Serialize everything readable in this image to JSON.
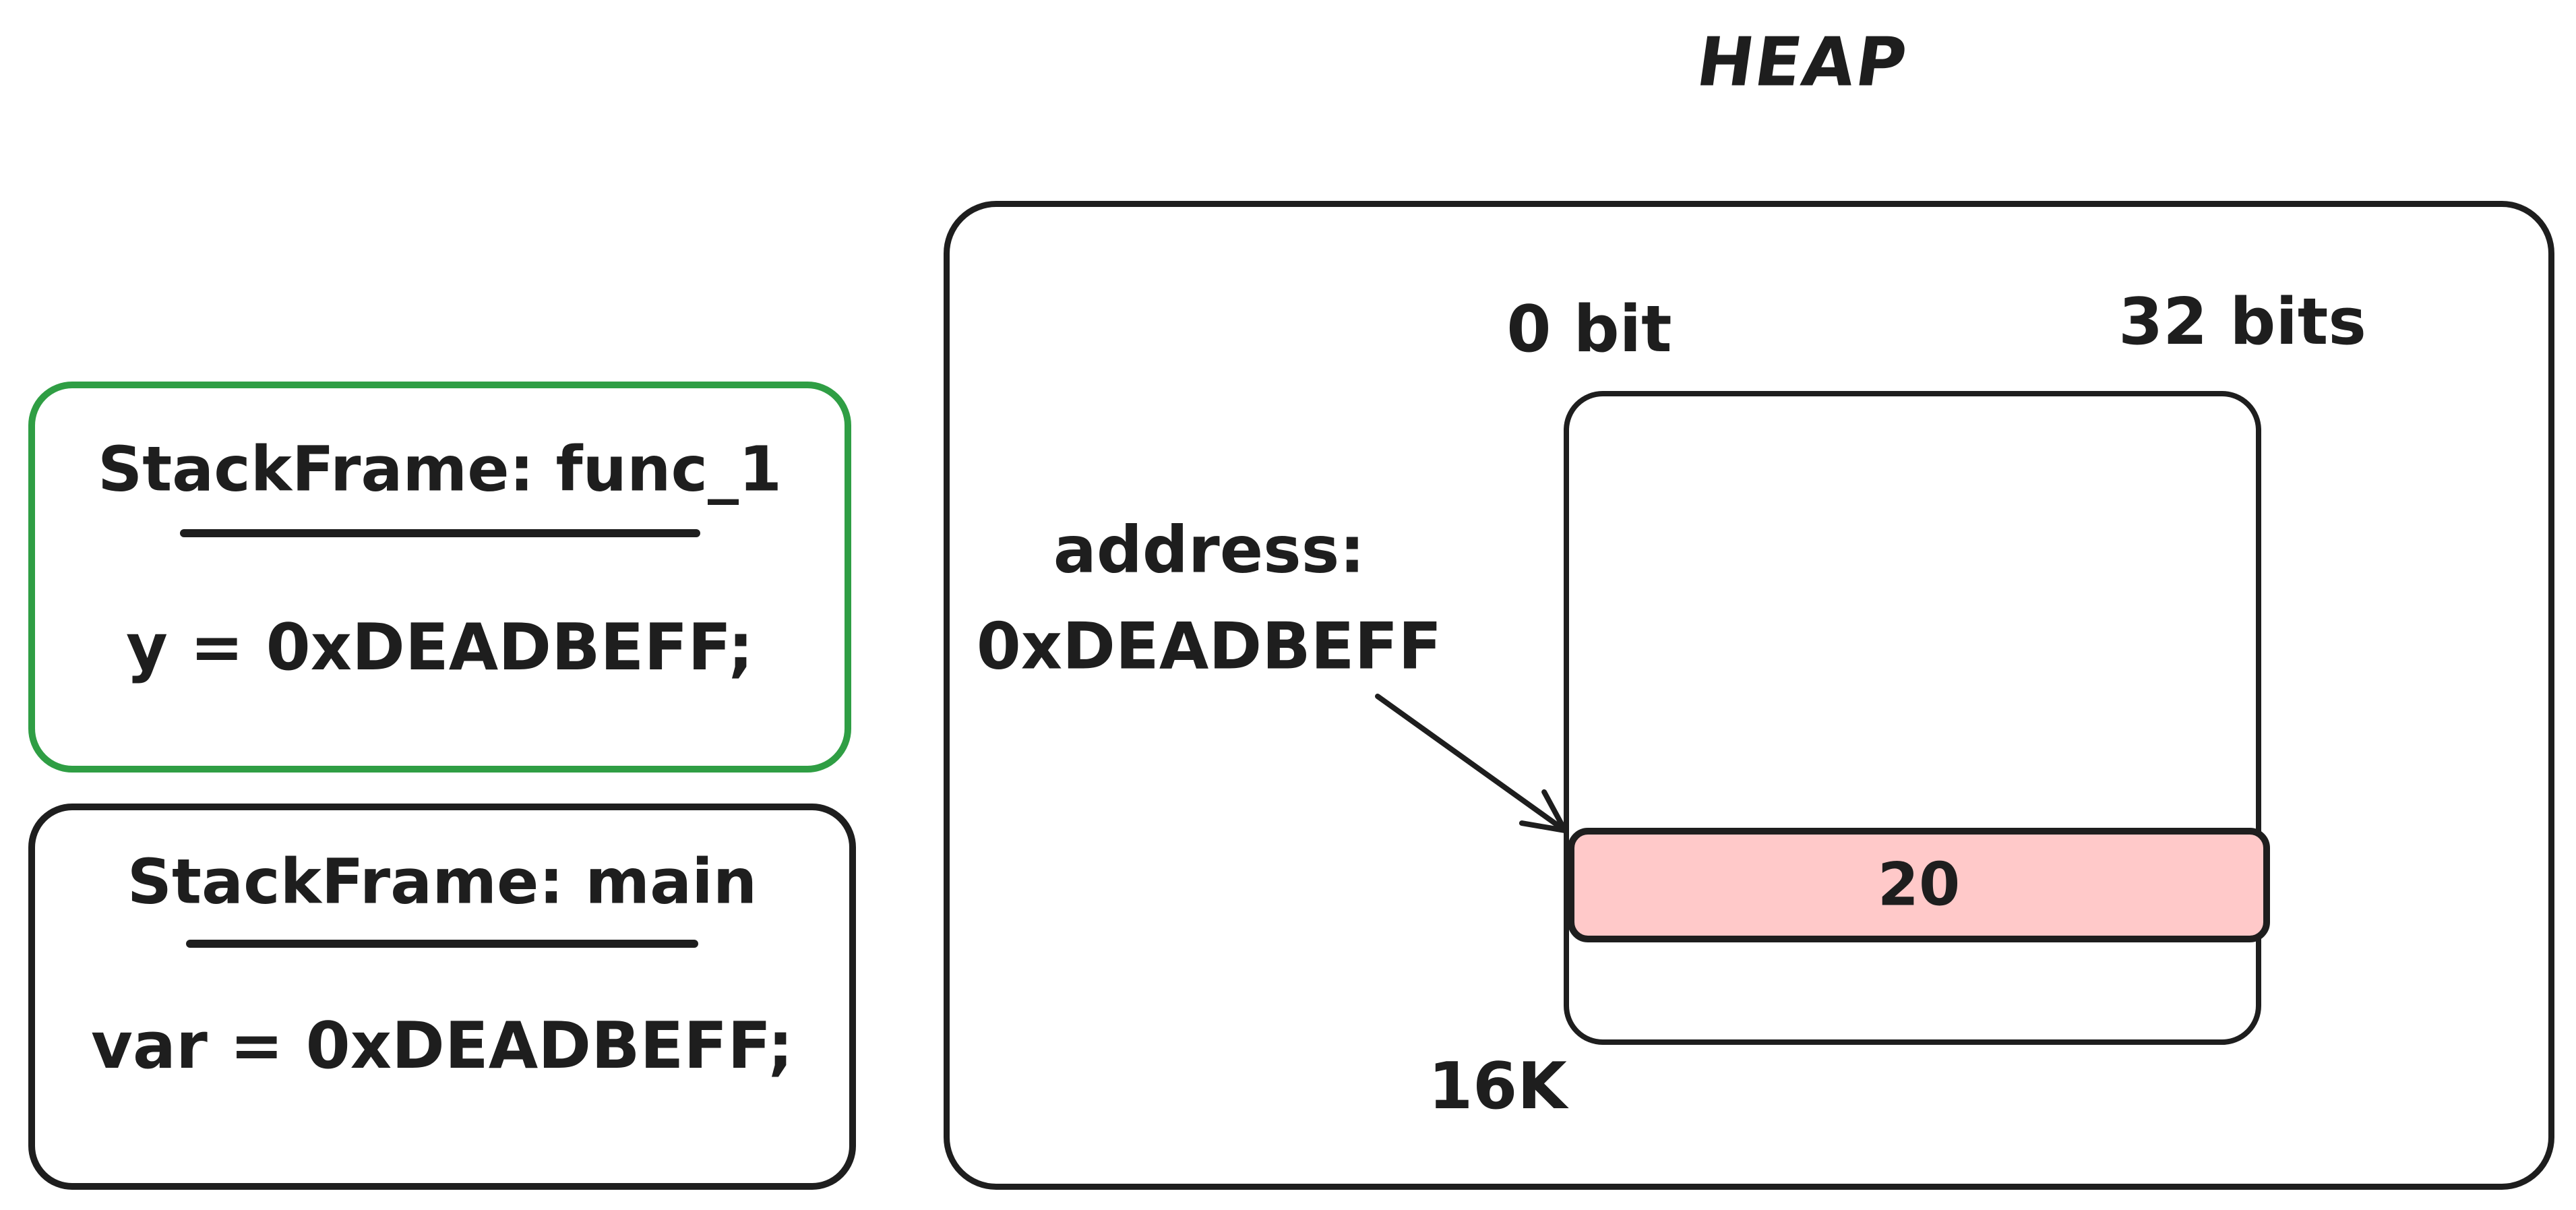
{
  "canvas": {
    "background": "#ffffff"
  },
  "colors": {
    "ink": "#1e1e1e",
    "green_stroke": "#2f9e44",
    "highlight_fill": "#ffc9c9"
  },
  "stack": {
    "frames": [
      {
        "title": "StackFrame: func_1",
        "statement": "y = 0xDEADBEFF;",
        "border_color": "#2f9e44"
      },
      {
        "title": "StackFrame: main",
        "statement": "var = 0xDEADBEFF;",
        "border_color": "#1e1e1e"
      }
    ]
  },
  "heap": {
    "title": "HEAP",
    "bit_labels": {
      "start": "0 bit",
      "end": "32 bits"
    },
    "memory_size_label": "16K",
    "allocated_cell": {
      "value": "20"
    },
    "address_annotation": {
      "line1": "address:",
      "line2": "0xDEADBEFF"
    }
  }
}
